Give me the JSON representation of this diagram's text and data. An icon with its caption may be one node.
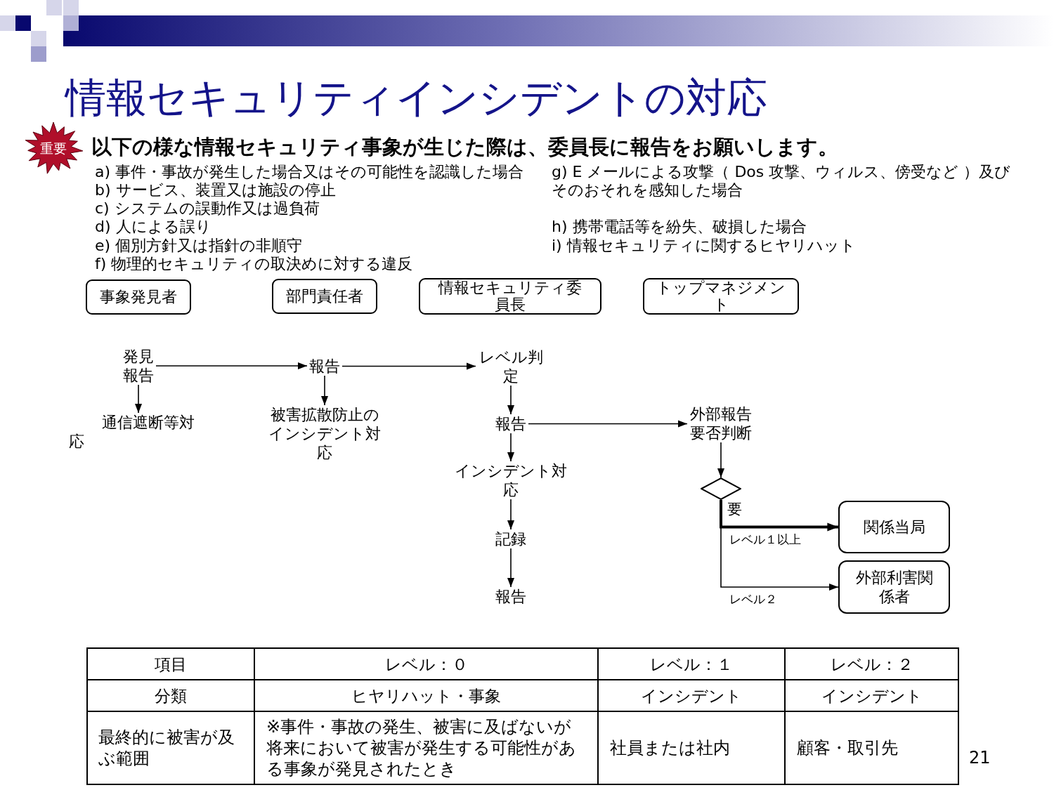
{
  "diagram": {
    "title": "情報セキュリティインシデントの対応",
    "nodes": [
      {
        "text": [
          "重要"
        ]
      },
      {
        "text": [
          "事象発見者"
        ]
      },
      {
        "text": [
          "部門責任者"
        ]
      },
      {
        "text": [
          "情報セキュリティ委員長"
        ]
      },
      {
        "text": [
          "トップマネジメント"
        ]
      },
      {
        "text": [
          "発見報告"
        ]
      },
      {
        "text": [
          "報告"
        ]
      },
      {
        "text": [
          "レベル判定"
        ]
      },
      {
        "text": [
          "通信遮断等対応"
        ]
      },
      {
        "text": [
          "被害拡散防止のインシデント対応"
        ]
      },
      {
        "text": [
          "報告"
        ]
      },
      {
        "text": [
          "外部報告要否判断"
        ]
      },
      {
        "text": [
          "インシデント対応"
        ]
      },
      {
        "text": [],
        "shape": "diamond"
      },
      {
        "text": [
          "記録"
        ]
      },
      {
        "text": [
          "関係当局"
        ]
      },
      {
        "text": [
          "報告"
        ]
      },
      {
        "text": [
          "外部利害関係者"
        ]
      }
    ],
    "edges": [
      {
        "from": 5,
        "to": 6,
        "arrow": "to"
      },
      {
        "from": 6,
        "to": 7,
        "arrow": "to"
      },
      {
        "from": 5,
        "to": 8,
        "arrow": "to"
      },
      {
        "from": 6,
        "to": 9,
        "arrow": "to"
      },
      {
        "from": 7,
        "to": 10,
        "arrow": "to"
      },
      {
        "from": 10,
        "to": 11,
        "arrow": "to"
      },
      {
        "from": 10,
        "to": 12,
        "arrow": "to"
      },
      {
        "from": 11,
        "to": 13,
        "arrow": "to"
      },
      {
        "from": 12,
        "to": 14,
        "arrow": "to"
      },
      {
        "from": 13,
        "to": 15,
        "arrow": "to",
        "label": "レベル１以上",
        "style": "thick"
      },
      {
        "from": 14,
        "to": 16,
        "arrow": "to"
      },
      {
        "from": 13,
        "to": 17,
        "arrow": "to",
        "label": "レベル２"
      }
    ],
    "labels": [
      "以下の様な情報セキュリティ事象が生じた際は、委員長に報告をお願いします。",
      "a) 事件・事故が発生した場合又はその可能性を認識した場合",
      "b) サービス、装置又は施設の停止",
      "c) システムの誤動作又は過負荷",
      "d) 人による誤り",
      "e) 個別方針又は指針の非順守",
      "f) 物理的セキュリティの取決めに対する違反",
      "g) E メールによる攻撃（ Dos 攻撃、ウィルス、傍受など ）及びそのおそれを感知した場合",
      "h) 携帯電話等を紛失、破損した場合",
      "i) 情報セキュリティに関するヒヤリハット",
      "要",
      "項目",
      "レベル：０",
      "レベル：１",
      "レベル：２",
      "分類",
      "ヒヤリハット・事象",
      "インシデント",
      "インシデント",
      "最終的に被害が及ぶ範囲",
      "※事件・事故の発生、被害に及ばないが将来において被害が発生する可能性がある事象が発見されたとき",
      "社員または社内",
      "顧客・取引先",
      "21"
    ]
  }
}
